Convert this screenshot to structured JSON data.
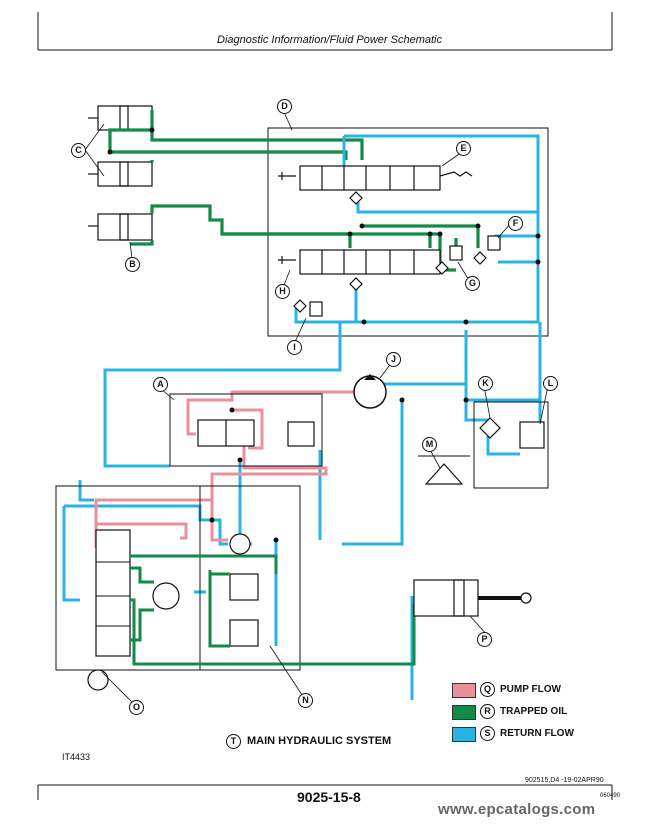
{
  "header": {
    "title": "Diagnostic Information/Fluid Power Schematic"
  },
  "figure_id": "IT4433",
  "footer": {
    "reference": "902515,D4   -19-02APR90",
    "page_number": "9025-15-8",
    "small_code": "060490",
    "watermark": "www.epcatalogs.com"
  },
  "system_title": {
    "letter": "T",
    "text": "MAIN HYDRAULIC SYSTEM"
  },
  "legend": [
    {
      "letter": "Q",
      "label": "PUMP FLOW",
      "color": "#e8919a"
    },
    {
      "letter": "R",
      "label": "TRAPPED OIL",
      "color": "#128a4a"
    },
    {
      "letter": "S",
      "label": "RETURN FLOW",
      "color": "#27b4e4"
    }
  ],
  "callouts": {
    "A": "A",
    "B": "B",
    "C": "C",
    "D": "D",
    "E": "E",
    "F": "F",
    "G": "G",
    "H": "H",
    "I": "I",
    "J": "J",
    "K": "K",
    "L": "L",
    "M": "M",
    "N": "N",
    "O": "O",
    "P": "P"
  },
  "colors": {
    "pump": "#e8919a",
    "trapped": "#128a4a",
    "return": "#27b4e4",
    "line": "#111111"
  }
}
